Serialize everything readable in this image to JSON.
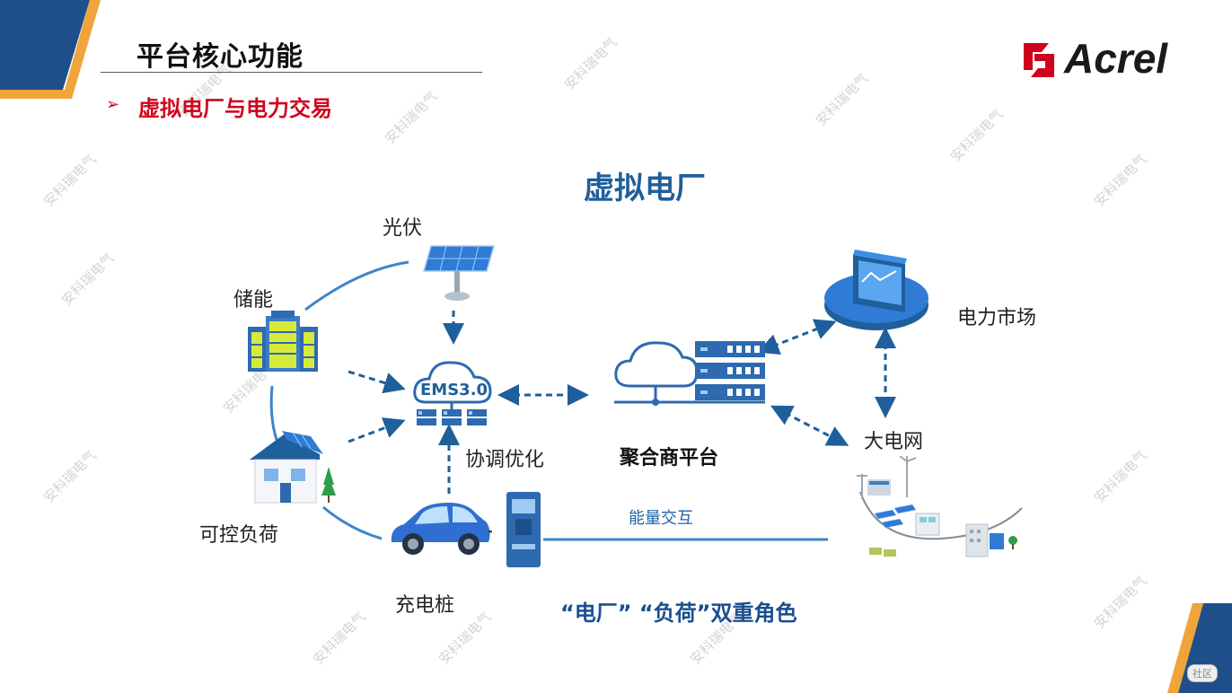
{
  "header": {
    "title": "平台核心功能",
    "subtitle_bullet": "➢",
    "subtitle": "虚拟电厂与电力交易",
    "logo_text": "Acrel"
  },
  "diagram": {
    "title": "虚拟电厂",
    "nodes": {
      "pv": "光伏",
      "storage": "储能",
      "controllable_load": "可控负荷",
      "charging_pile": "充电桩",
      "ems_text": "EMS3.0",
      "coordination": "协调优化",
      "aggregator": "聚合商平台",
      "power_market": "电力市场",
      "grid": "大电网"
    },
    "energy_interaction": "能量交互",
    "tagline": "“电厂” “负荷”双重角色"
  },
  "watermark": "安科瑞电气",
  "corner_tag": "社区",
  "colors": {
    "accent_orange": "#f0a43a",
    "accent_blue": "#1f5f9b",
    "red": "#d0021b",
    "line_blue": "#3f85c8"
  }
}
